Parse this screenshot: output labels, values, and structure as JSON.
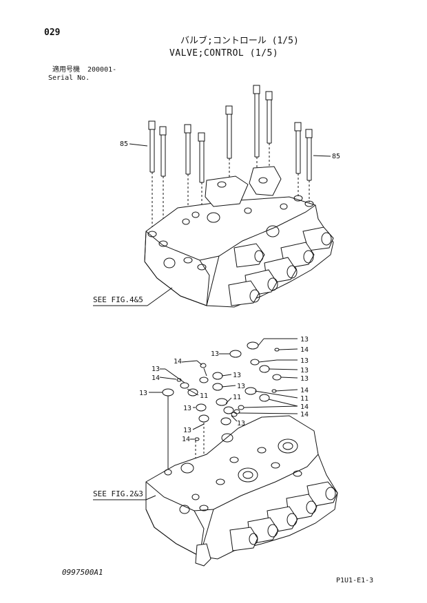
{
  "page_number": "029",
  "title_jp": "バルブ;コントロール (1/5)",
  "title_en": "VALVE;CONTROL (1/5)",
  "serial": {
    "label_jp": "適用号機",
    "value": "200001-",
    "label_en": "Serial No."
  },
  "references": {
    "top": "SEE FIG.4&5",
    "bottom": "SEE FIG.2&3"
  },
  "callouts": {
    "bolt_left": "85",
    "bolt_right": "85",
    "c13": "13",
    "c14": "14",
    "c11": "11"
  },
  "footer": {
    "drawing_code": "0997500A1",
    "sheet_code": "P1U1-E1-3"
  }
}
